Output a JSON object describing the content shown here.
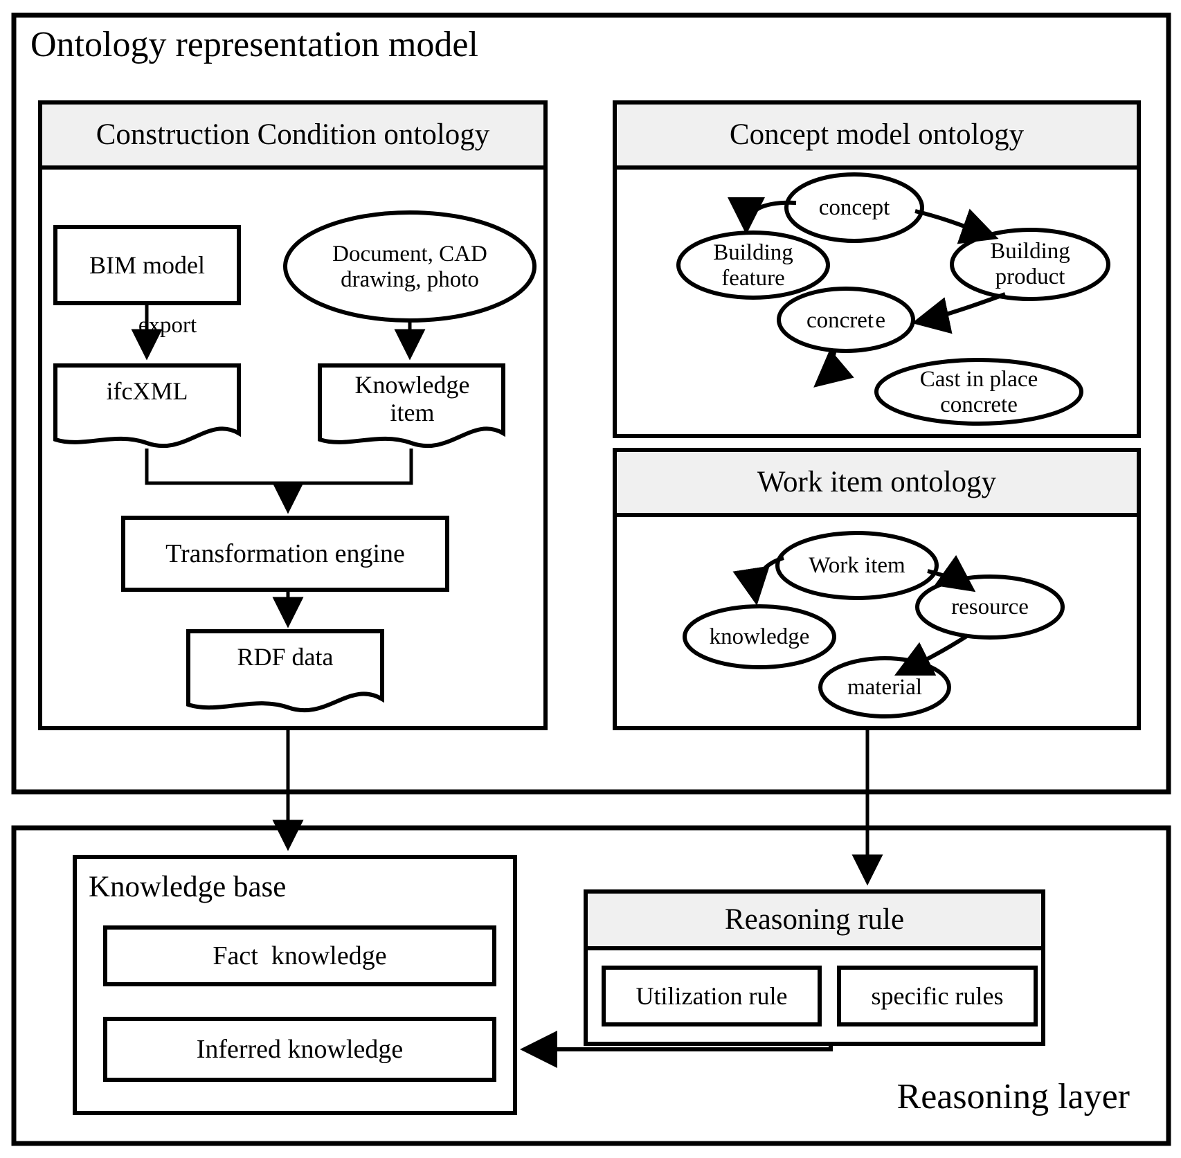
{
  "diagram": {
    "title": "Ontology representation model",
    "bottom_layer_label": "Reasoning layer",
    "panels": {
      "construction_condition": {
        "header": "Construction Condition ontology",
        "nodes": {
          "bim_model": "BIM model",
          "document_cad": "Document, CAD drawing, photo",
          "ifcxml": "ifcXML",
          "knowledge_item": "Knowledge item",
          "transformation_engine": "Transformation engine",
          "rdf_data": "RDF data"
        },
        "edge_labels": {
          "export": "export"
        }
      },
      "concept_model": {
        "header": "Concept model ontology",
        "nodes": {
          "concept": "concept",
          "building_feature": "Building feature",
          "building_product": "Building product",
          "concrete": "concret e",
          "cast_in_place": "Cast in place concrete"
        }
      },
      "work_item": {
        "header": "Work item ontology",
        "nodes": {
          "work_item": "Work item",
          "knowledge": "knowledge",
          "resource": "resource",
          "material": "material"
        }
      },
      "knowledge_base": {
        "header": "Knowledge base",
        "nodes": {
          "fact_knowledge": "Fact  knowledge",
          "inferred_knowledge": "Inferred knowledge"
        }
      },
      "reasoning_rule": {
        "header": "Reasoning rule",
        "nodes": {
          "utilization_rule": "Utilization rule",
          "specific_rules": "specific rules"
        }
      }
    },
    "colors": {
      "stroke": "#000000",
      "header_fill": "#f0f0f0",
      "body_fill": "#ffffff",
      "background": "#ffffff"
    }
  }
}
